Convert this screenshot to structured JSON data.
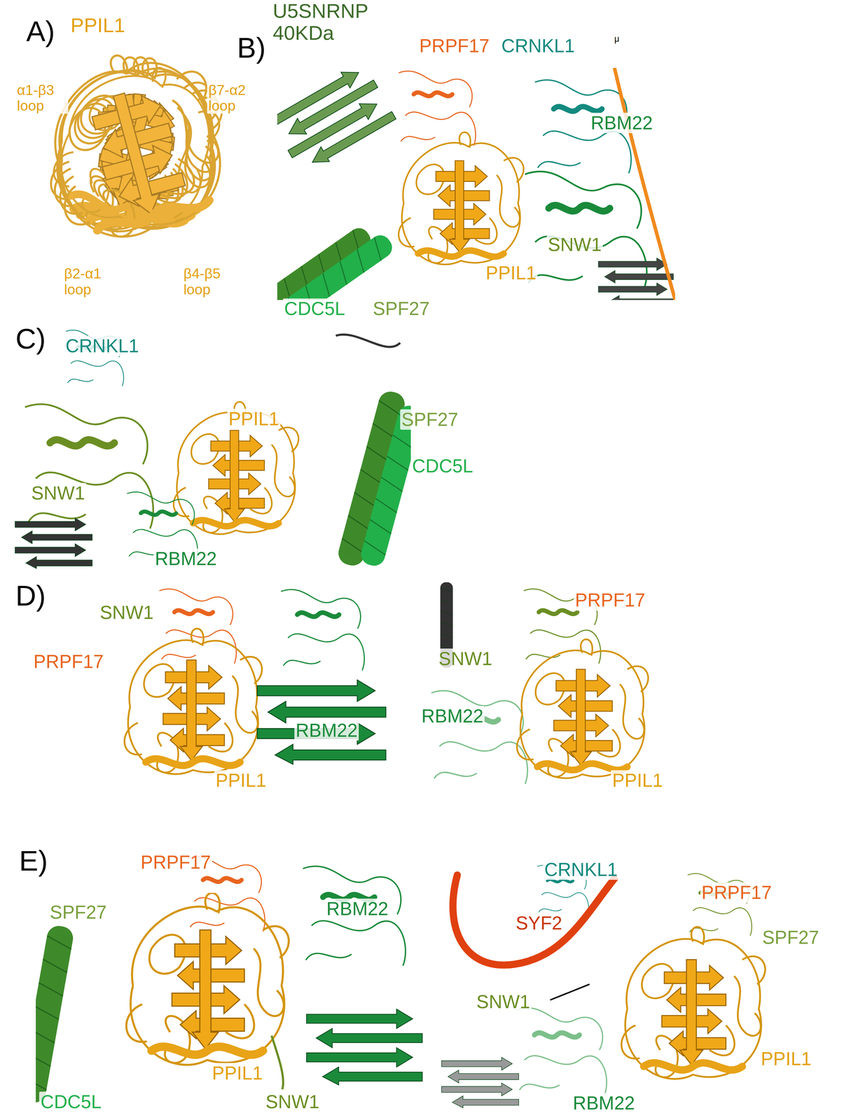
{
  "diagram": {
    "labels": [
      "A)",
      "PPIL1",
      "α1-β3 loop",
      "β7-α2 loop",
      "β2-α1 loop",
      "β4-β5 loop",
      "B)",
      "U5SNRNP 40KDa",
      "PRPF17",
      "CRNKL1",
      "μ",
      "RBM22",
      "SNW1",
      "PPIL1",
      "CDC5L",
      "SPF27",
      "C)",
      "CRNKL1",
      "PPIL1",
      "SPF27",
      "CDC5L",
      "SNW1",
      "RBM22",
      "D)",
      "SNW1",
      "PRPF17",
      "RBM22",
      "PPIL1",
      "SNW1",
      "PRPF17",
      "RBM22",
      "PPIL1",
      "E)",
      "PRPF17",
      "SPF27",
      "RBM22",
      "PPIL1",
      "CDC5L",
      "SNW1",
      "CRNKL1",
      "PRPF17",
      "SYF2",
      "SPF27",
      "SNW1",
      "PPIL1",
      "RBM22"
    ]
  }
}
